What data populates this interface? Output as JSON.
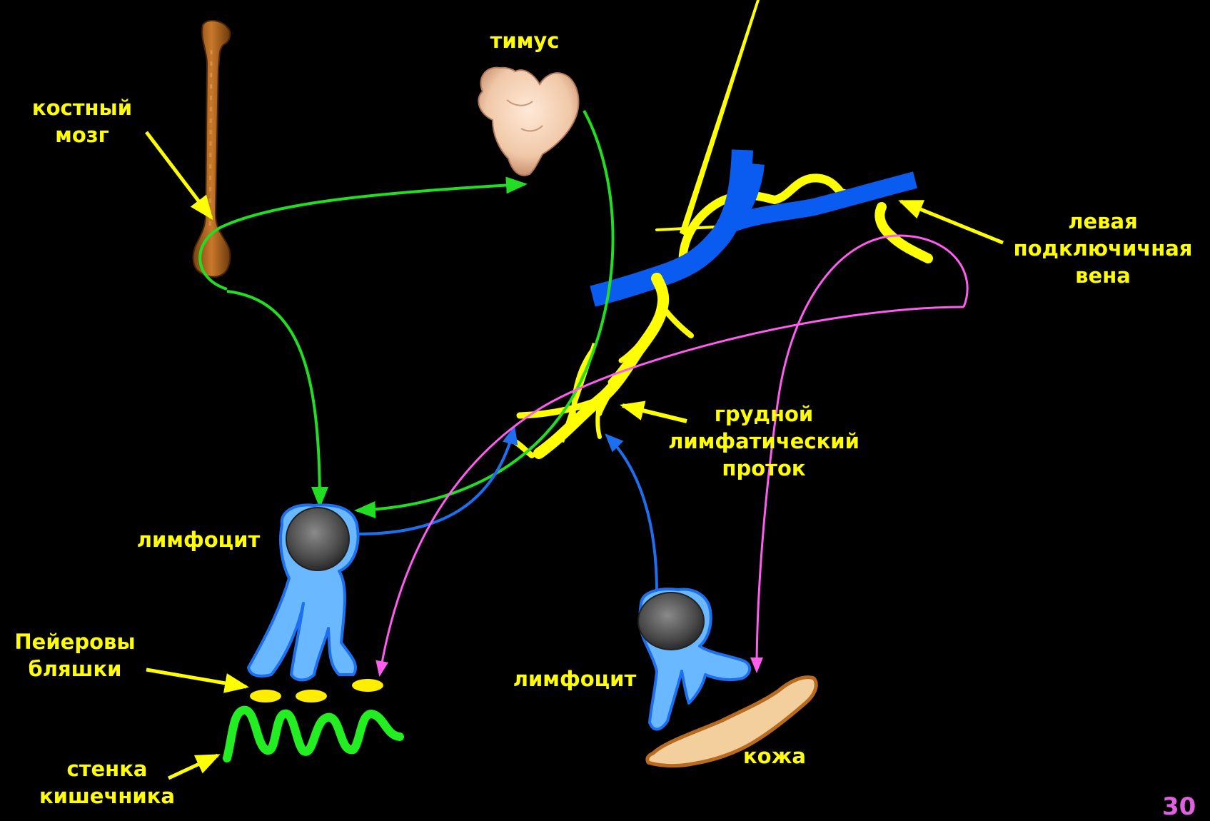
{
  "labels": {
    "bone_marrow": [
      "костный",
      "мозг"
    ],
    "thymus": "тимус",
    "left_subclavian_vein": [
      "левая",
      "подключичная",
      "вена"
    ],
    "thoracic_duct": [
      "грудной",
      "лимфатический",
      "проток"
    ],
    "lymphocyte_gut": "лимфоцит",
    "lymphocyte_skin": "лимфоцит",
    "peyer_patches": [
      "Пейеровы",
      "бляшки"
    ],
    "intestinal_wall": [
      "стенка",
      "кишечника"
    ],
    "skin": "кожа"
  },
  "page_number": "30",
  "colors": {
    "background": "#000000",
    "label": "#ffff00",
    "vein": "#0a5cf0",
    "lymph_duct": "#ffff00",
    "path_green": "#22dd22",
    "path_blue": "#1e6ff0",
    "path_pink": "#ff5cf0",
    "cell_membrane": "#3aa0ff",
    "nucleus": "#555555",
    "skin_fill": "#f2cf9c",
    "skin_edge": "#b86a1e",
    "gut_wall": "#22ee22"
  }
}
